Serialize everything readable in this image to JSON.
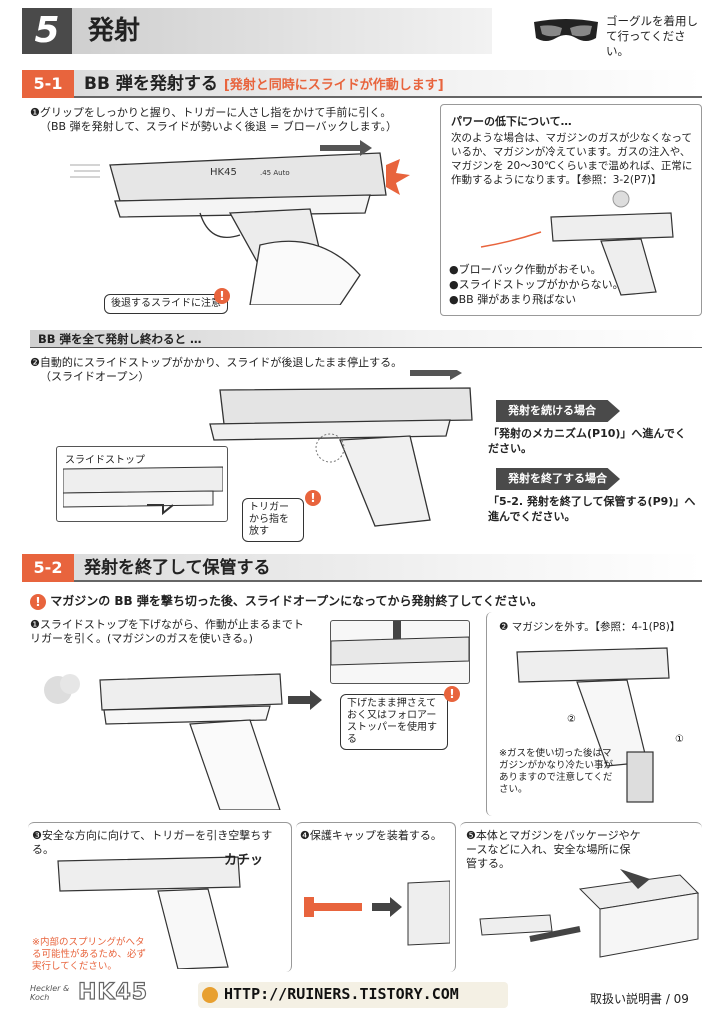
{
  "header": {
    "chapter_number": "5",
    "chapter_title": "発射",
    "goggle_note": "ゴーグルを着用して行ってください。"
  },
  "section1": {
    "number": "5-1",
    "title": "BB 弾を発射する",
    "subtitle": "[発射と同時にスライドが作動します]",
    "step1": "❶グリップをしっかりと握り、トリガーに人さし指をかけて手前に引く。",
    "step1_note": "（BB 弾を発射して、スライドが勢いよく後退 = ブローバックします。）",
    "caution_slide": "後退するスライドに注意",
    "power_box": {
      "title": "パワーの低下について…",
      "body": "次のような場合は、マガジンのガスが少なくなっているか、マガジンが冷えています。ガスの注入や、マガジンを 20～30℃くらいまで温めれば、正常に作動するようになります。【参照：3-2(P7)】",
      "bullets": [
        "●ブローバック作動がおそい。",
        "●スライドストップがかからない。",
        "●BB 弾があまり飛ばない"
      ]
    },
    "all_fired_bar": "BB 弾を全て発射し終わると …",
    "step2": "❷自動的にスライドストップがかかり、スライドが後退したまま停止する。",
    "step2_note": "（スライドオープン）",
    "slidestop_label": "スライドストップ",
    "trigger_release": "トリガーから指を放す",
    "continue_tag": "発射を続ける場合",
    "continue_text": "「発射のメカニズム(P10)」へ進んでください。",
    "end_tag": "発射を終了する場合",
    "end_text": "「5-2. 発射を終了して保管する(P9)」へ進んでください。"
  },
  "section2": {
    "number": "5-2",
    "title": "発射を終了して保管する",
    "warning": "マガジンの BB 弾を撃ち切った後、スライドオープンになってから発射終了してください。",
    "step1": "❶スライドストップを下げながら、作動が止まるまでトリガーを引く。(マガジンのガスを使いきる。)",
    "callout_stop": "下げたまま押さえておく又はフォロアーストッパーを使用する",
    "step2": "❷ マガジンを外す。【参照：4-1(P8)】",
    "gas_note": "※ガスを使い切った後はマガジンがかなり冷たい事がありますので注意してください。",
    "step3": "❸安全な方向に向けて、トリガーを引き空撃ちする。",
    "click_sound": "カチッ",
    "spring_note": "※内部のスプリングがへタる可能性があるため、必ず実行してください。",
    "step4": "❹保護キャップを装着する。",
    "step5": "❺本体とマガジンをパッケージやケースなどに入れ、安全な場所に保管する。"
  },
  "footer": {
    "brand_small": "Heckler & Koch",
    "brand_model": "HK45",
    "url": "HTTP://RUINERS.TISTORY.COM",
    "page_label": "取扱い説明書 / 09"
  },
  "gun_marks": {
    "model": "HK45",
    "caliber": ".45 Auto"
  },
  "colors": {
    "accent": "#e8643d",
    "dark": "#4a4a4a"
  }
}
